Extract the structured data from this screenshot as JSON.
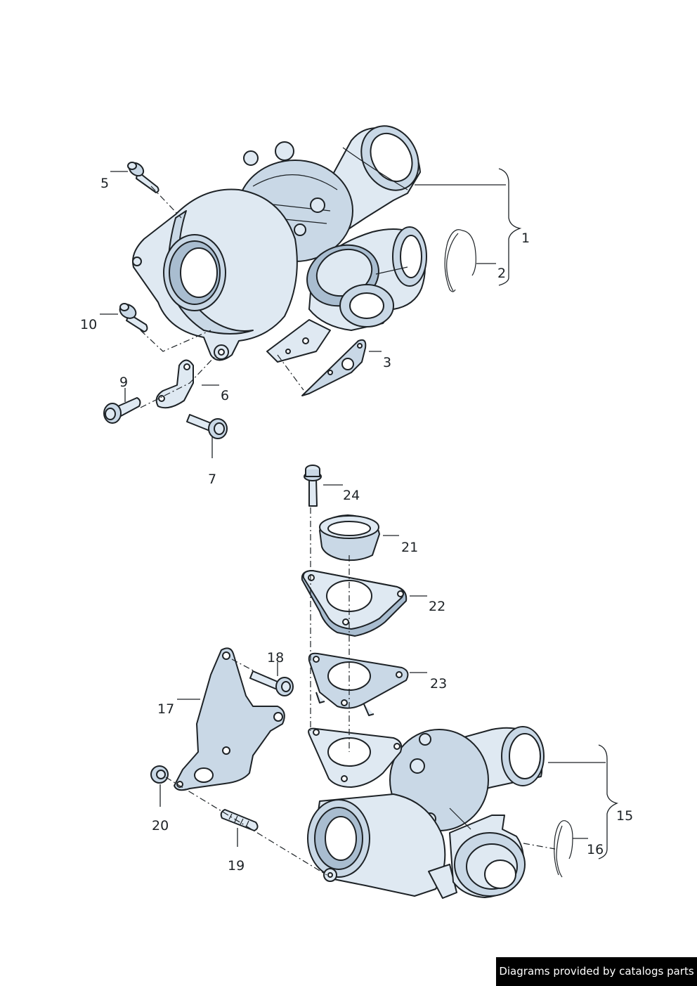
{
  "callouts": [
    "1",
    "2",
    "3",
    "5",
    "6",
    "7",
    "9",
    "10",
    "15",
    "16",
    "17",
    "18",
    "19",
    "20",
    "21",
    "22",
    "23",
    "24"
  ],
  "watermark": "Diagrams provided by catalogs parts",
  "icons": {
    "upper-turbocharger": "turbocharger-drawing",
    "lower-turbocharger": "turbocharger-drawing"
  },
  "colors": {
    "part_fill": "#dfe9f2",
    "part_shade": "#c9d8e6",
    "outline": "#1d2226",
    "background": "#ffffff"
  }
}
